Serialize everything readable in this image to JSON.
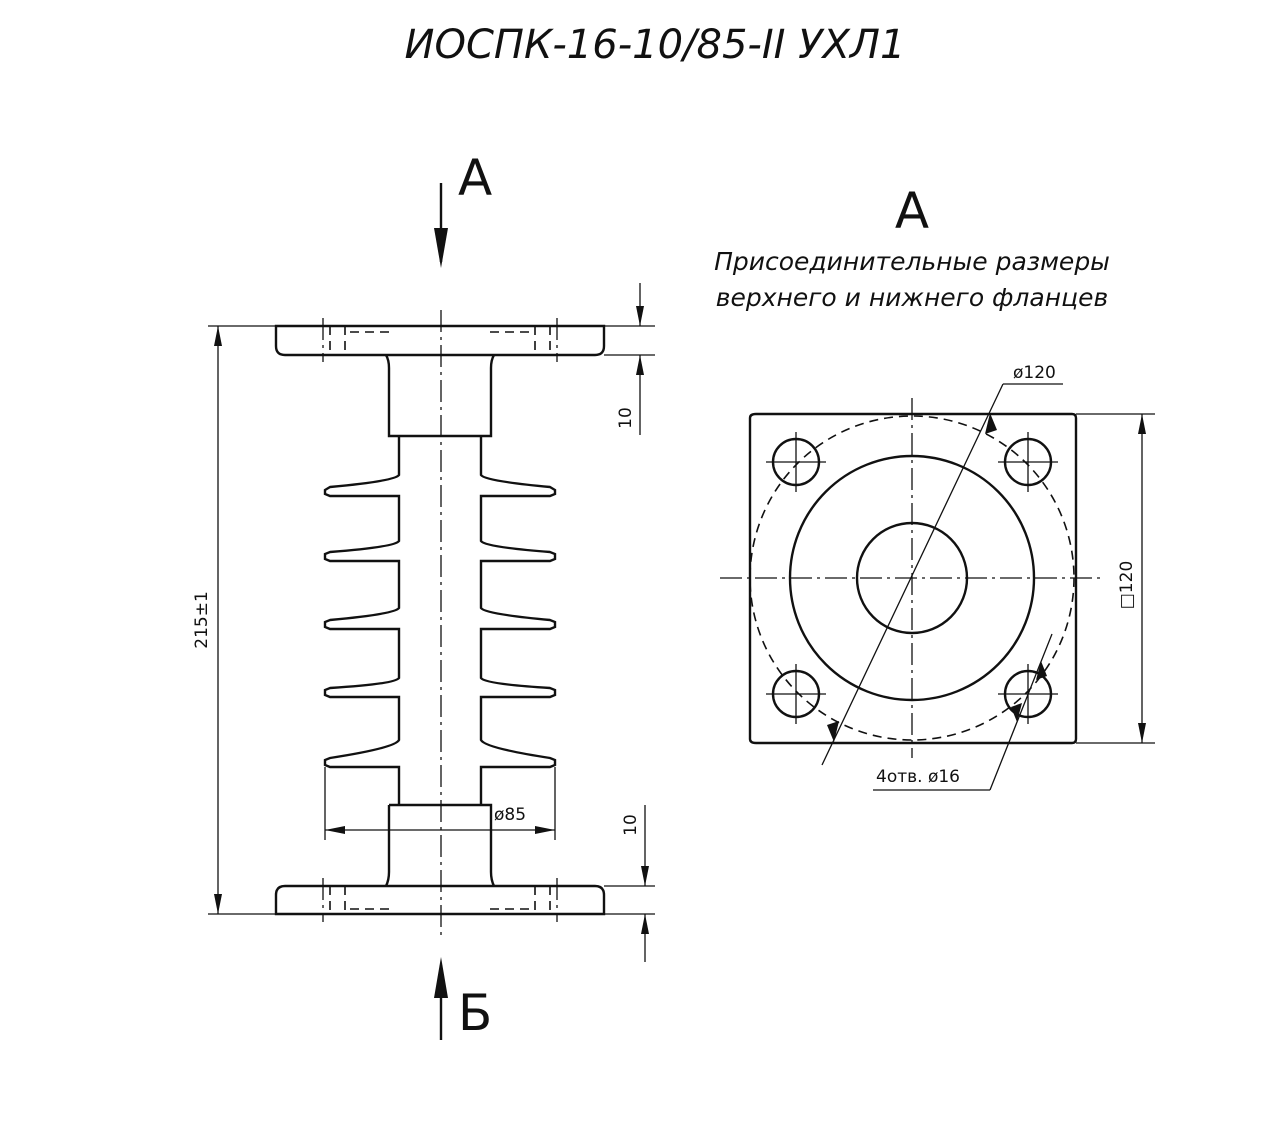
{
  "title": "ИОСПК-16-10/85-II УХЛ1",
  "front_view": {
    "section_top_label": "А",
    "section_bottom_label": "Б",
    "dim_height": "215±1",
    "dim_flange_top": "10",
    "dim_flange_bottom": "10",
    "dim_shed_diameter": "ø85"
  },
  "view_a": {
    "label": "А",
    "caption_line1": "Присоединительные размеры",
    "caption_line2": "верхнего и нижнего фланцев",
    "dim_bolt_circle": "ø120",
    "dim_square": "□120",
    "dim_holes": "4отв. ø16"
  }
}
